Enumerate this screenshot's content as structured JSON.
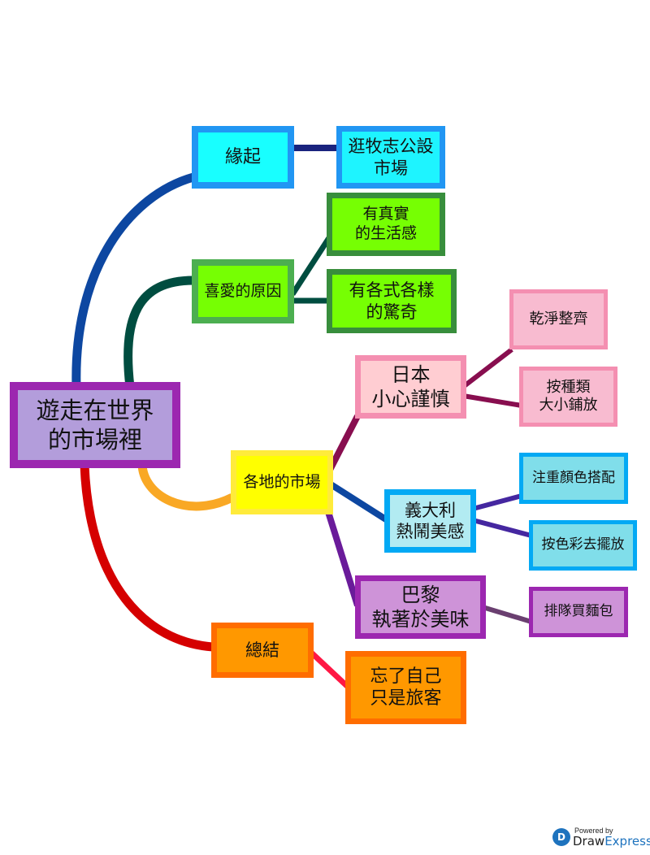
{
  "root": {
    "lines": [
      "遊走在世界",
      "的市場裡"
    ]
  },
  "branches": {
    "origin": {
      "lines": [
        "緣起"
      ],
      "children": [
        {
          "lines": [
            "逛牧志公設",
            "市場"
          ]
        }
      ]
    },
    "reasons": {
      "lines": [
        "喜愛的原因"
      ],
      "children": [
        {
          "lines": [
            "有真實",
            "的生活感"
          ]
        },
        {
          "lines": [
            "有各式各樣",
            "的驚奇"
          ]
        }
      ]
    },
    "markets": {
      "lines": [
        "各地的市場"
      ],
      "children": [
        {
          "lines": [
            "日本",
            "小心謹慎"
          ],
          "children": [
            {
              "lines": [
                "乾淨整齊"
              ]
            },
            {
              "lines": [
                "按種類",
                "大小鋪放"
              ]
            }
          ]
        },
        {
          "lines": [
            "義大利",
            "熱鬧美感"
          ],
          "children": [
            {
              "lines": [
                "注重顏色搭配"
              ]
            },
            {
              "lines": [
                "按色彩去擺放"
              ]
            }
          ]
        },
        {
          "lines": [
            "巴黎",
            "執著於美味"
          ],
          "children": [
            {
              "lines": [
                "排隊買麵包"
              ]
            }
          ]
        }
      ]
    },
    "summary": {
      "lines": [
        "總結"
      ],
      "children": [
        {
          "lines": [
            "忘了自己",
            "只是旅客"
          ]
        }
      ]
    }
  },
  "branding": {
    "powered_by": "Powered by",
    "draw": "Draw",
    "express": "Express"
  },
  "colors": {
    "blue": "#2196f3",
    "green": "#4caf50",
    "yellow": "#ffeb3b",
    "pink": "#f48fb1",
    "cyan": "#03a9f4",
    "purple": "#9c27b0",
    "orange": "#ff6d00"
  }
}
